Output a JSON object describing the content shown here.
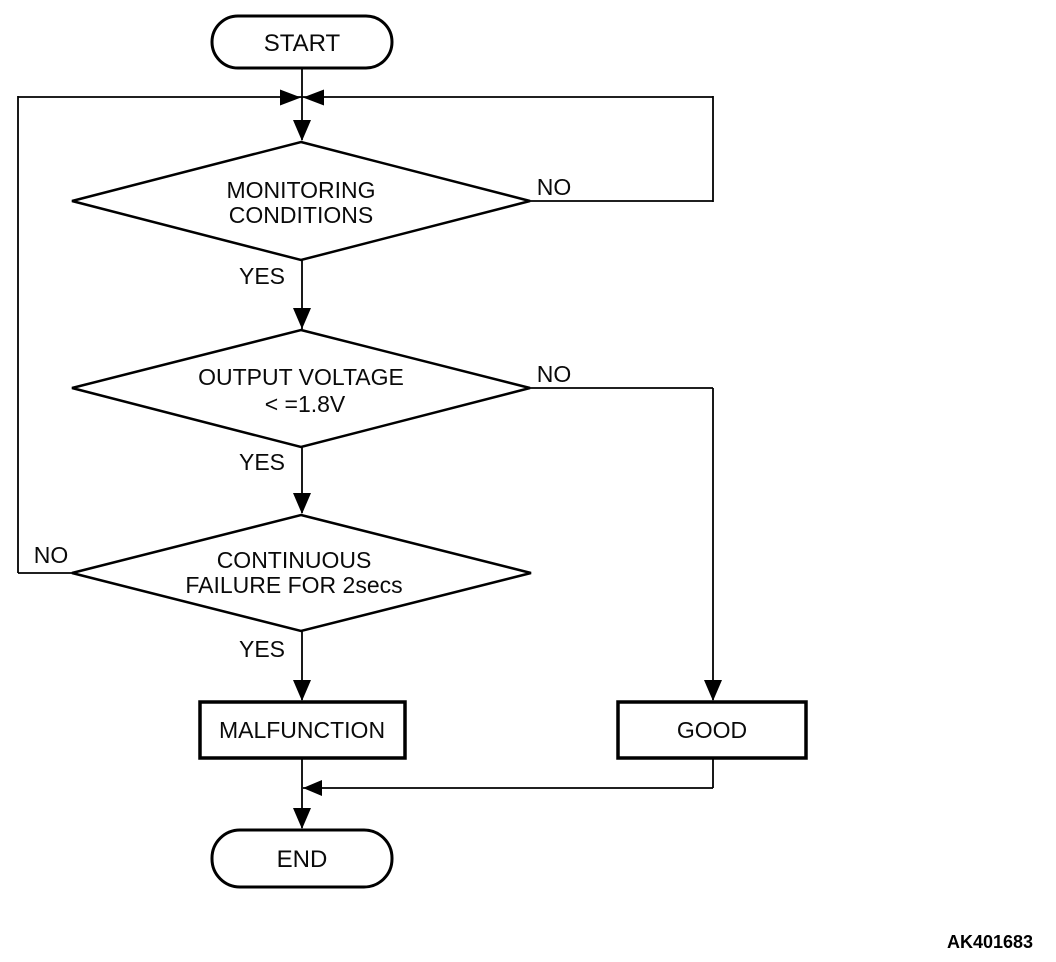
{
  "flowchart": {
    "nodes": {
      "start": {
        "label": "START",
        "shape": "terminator"
      },
      "monitoring": {
        "line1": "MONITORING",
        "line2": "CONDITIONS",
        "shape": "decision"
      },
      "voltage": {
        "line1": "OUTPUT VOLTAGE",
        "line2": "< =1.8V",
        "shape": "decision"
      },
      "failure": {
        "line1": "CONTINUOUS",
        "line2": "FAILURE FOR 2secs",
        "shape": "decision"
      },
      "malfunction": {
        "label": "MALFUNCTION",
        "shape": "process"
      },
      "good": {
        "label": "GOOD",
        "shape": "process"
      },
      "end": {
        "label": "END",
        "shape": "terminator"
      }
    },
    "edge_labels": {
      "yes": "YES",
      "no": "NO"
    },
    "edges": [
      {
        "from": "start",
        "to": "monitoring",
        "label": ""
      },
      {
        "from": "monitoring",
        "to": "loop-top",
        "label": "NO"
      },
      {
        "from": "monitoring",
        "to": "voltage",
        "label": "YES"
      },
      {
        "from": "voltage",
        "to": "good",
        "label": "NO"
      },
      {
        "from": "voltage",
        "to": "failure",
        "label": "YES"
      },
      {
        "from": "failure",
        "to": "loop-top",
        "label": "NO"
      },
      {
        "from": "failure",
        "to": "malfunction",
        "label": "YES"
      },
      {
        "from": "malfunction",
        "to": "end",
        "label": ""
      },
      {
        "from": "good",
        "to": "end",
        "label": ""
      }
    ],
    "figure_code": "AK401683",
    "colors": {
      "stroke": "#000000",
      "text": "#0a0a0a",
      "background": "#ffffff"
    }
  }
}
